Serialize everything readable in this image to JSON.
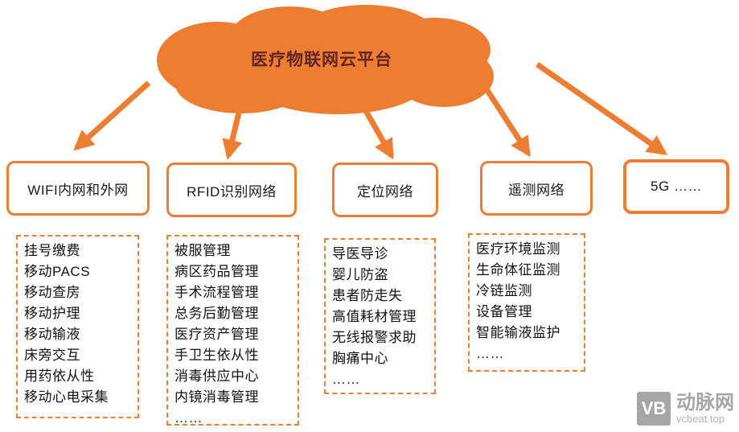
{
  "diagram": {
    "accent_color": "#ED7D31",
    "cloud": {
      "label": "医疗物联网云平台"
    },
    "branches": [
      {
        "title": "WIFI内网和外网",
        "items": [
          "挂号缴费",
          "移动PACS",
          "移动查房",
          "移动护理",
          "移动输液",
          "床旁交互",
          "用药依从性",
          "移动心电采集",
          "……"
        ]
      },
      {
        "title": "RFID识别网络",
        "items": [
          "被服管理",
          "病区药品管理",
          "手术流程管理",
          "总务后勤管理",
          "医疗资产管理",
          "手卫生依从性",
          "消毒供应中心",
          "内镜消毒管理",
          "……"
        ]
      },
      {
        "title": "定位网络",
        "items": [
          "导医导诊",
          "婴儿防盗",
          "患者防走失",
          "高值耗材管理",
          "无线报警求助",
          "胸痛中心",
          "……"
        ]
      },
      {
        "title": "遥测网络",
        "items": [
          "医疗环境监测",
          "生命体征监测",
          "冷链监测",
          "设备管理",
          "智能输液监护",
          "……"
        ]
      },
      {
        "title": "5G ……",
        "items": []
      }
    ],
    "watermark": {
      "logo": "VB",
      "name": "动脉网",
      "site": "vcbeat.top"
    }
  }
}
